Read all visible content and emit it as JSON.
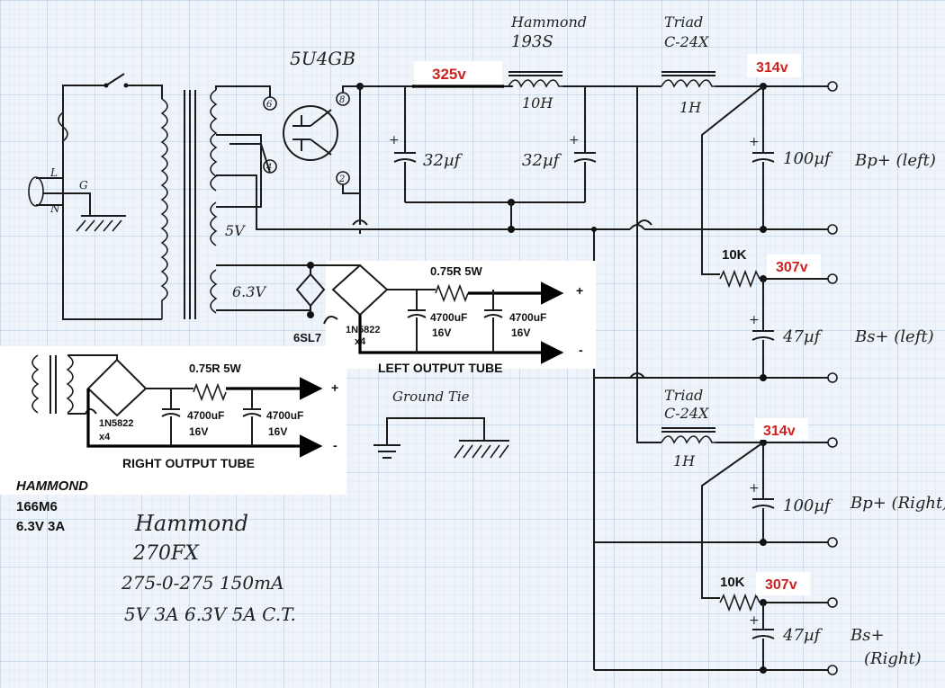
{
  "grid": {
    "minor_color": "#cfe0ef",
    "major_color": "#a9c7e2",
    "background": "#eef4fa"
  },
  "colors": {
    "wire": "#1a1a1a",
    "voltage": "#cc2222",
    "label_bg": "#ffffff"
  },
  "rectifier": {
    "label": "5U4GB",
    "pins": [
      "6",
      "8",
      "4",
      "2"
    ]
  },
  "choke_main": {
    "brand": "Hammond",
    "model": "193S",
    "value": "10H"
  },
  "choke_left": {
    "brand": "Triad",
    "model": "C-24X",
    "value": "1H"
  },
  "choke_right": {
    "brand": "Triad",
    "model": "C-24X",
    "value": "1H"
  },
  "caps": {
    "c1": "32µf",
    "c2": "32µf",
    "bp_left": "100µf",
    "bs_left": "47µf",
    "bp_right": "100µf",
    "bs_right": "47µf"
  },
  "voltages": {
    "v325": "325v",
    "v314_left": "314v",
    "v307_left": "307v",
    "v314_right": "314v",
    "v307_right": "307v"
  },
  "resistors": {
    "r_left": "10K",
    "r_right": "10K"
  },
  "outputs": {
    "bp_left": "Bp+ (left)",
    "bs_left": "Bs+ (left)",
    "bp_right": "Bp+ (Right)",
    "bs_right_line1": "Bs+",
    "bs_right_line2": "(Right)"
  },
  "mains": {
    "live": "L",
    "ground": "G",
    "neutral": "N"
  },
  "secondary": {
    "hv_label": "5V",
    "fil_label": "6.3V",
    "tube_label": "6SL7"
  },
  "left_supply": {
    "resistor": "0.75R 5W",
    "diodes_line1": "1N5822",
    "diodes_line2": "x4",
    "cap1_line1": "4700uF",
    "cap1_line2": "16V",
    "cap2_line1": "4700uF",
    "cap2_line2": "16V",
    "plus": "+",
    "minus": "-",
    "title": "LEFT OUTPUT TUBE"
  },
  "right_supply": {
    "resistor": "0.75R 5W",
    "diodes_line1": "1N5822",
    "diodes_line2": "x4",
    "cap1_line1": "4700uF",
    "cap1_line2": "16V",
    "cap2_line1": "4700uF",
    "cap2_line2": "16V",
    "plus": "+",
    "minus": "-",
    "title": "RIGHT OUTPUT TUBE"
  },
  "heater_xfmr": {
    "brand": "HAMMOND",
    "model": "166M6",
    "rating": "6.3V 3A"
  },
  "ground_tie": {
    "label": "Ground Tie"
  },
  "power_xfmr": {
    "brand": "Hammond",
    "model": "270FX",
    "rating1": "275-0-275 150mA",
    "rating2": "5V 3A   6.3V 5A C.T."
  }
}
